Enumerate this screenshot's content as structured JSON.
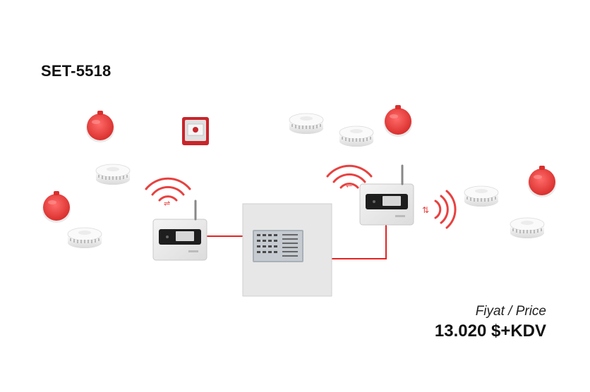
{
  "product": {
    "code": "SET-5518",
    "price_label": "Fiyat / Price",
    "price_value": "13.020 $+KDV"
  },
  "colors": {
    "accent_red": "#e8413f",
    "wire_red": "#e32322",
    "device_white": "#f2f2f2",
    "panel_grey": "#e7e7e7"
  },
  "icons": [
    "siren-icon",
    "smoke-detector-icon",
    "manual-call-point-icon",
    "wireless-signal-icon",
    "wireless-repeater-icon",
    "control-panel-icon"
  ]
}
